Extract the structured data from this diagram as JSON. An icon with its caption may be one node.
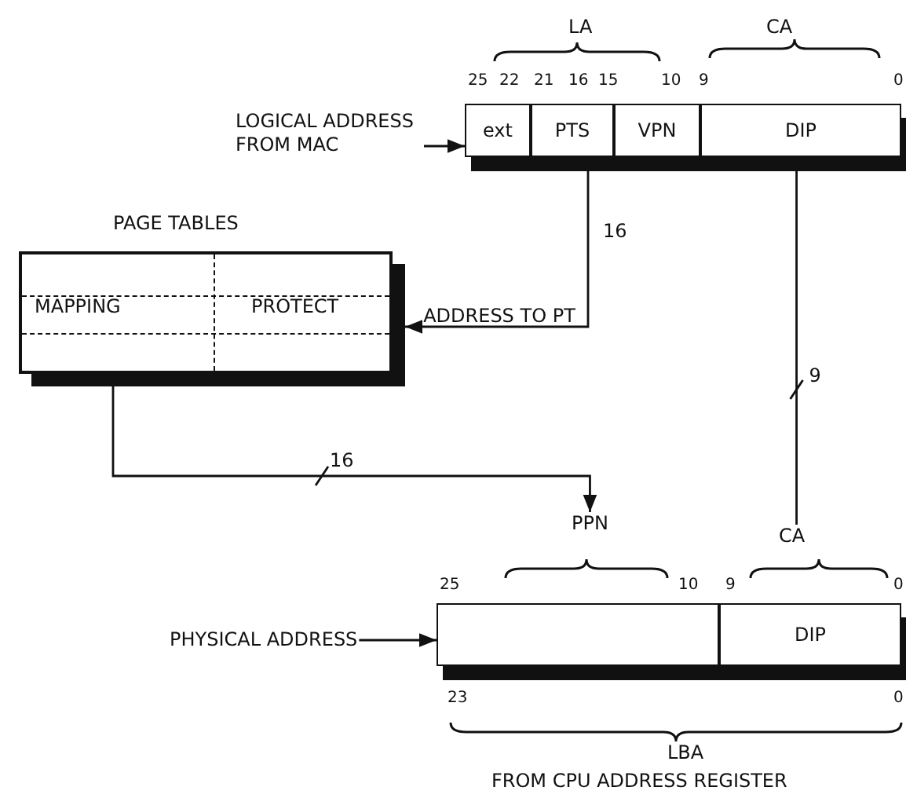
{
  "diagram": {
    "nodes": [
      {
        "text": [
          "LOGICAL ADDRESS FROM MAC"
        ]
      },
      {
        "text": [],
        "shape": "bar"
      },
      {
        "text": [
          "ext"
        ],
        "in": 1
      },
      {
        "text": [
          "PTS"
        ],
        "in": 1
      },
      {
        "text": [
          "VPN"
        ],
        "in": 1
      },
      {
        "text": [
          "DIP"
        ],
        "in": 1
      },
      {
        "text": [
          "PAGE TABLES"
        ]
      },
      {
        "text": [
          "MAPPING"
        ],
        "in": 6
      },
      {
        "text": [
          "PROTECT"
        ],
        "in": 6
      },
      {
        "text": [
          "PPN"
        ]
      },
      {
        "text": [
          "CA"
        ]
      },
      {
        "text": [
          "PHYSICAL ADDRESS"
        ]
      },
      {
        "text": [],
        "shape": "bar"
      },
      {
        "text": [],
        "shape": "box",
        "in": 12
      },
      {
        "text": [
          "DIP"
        ],
        "in": 12
      }
    ],
    "edges": [
      {
        "from": 0,
        "to": 1,
        "arrow": "to"
      },
      {
        "from": 3,
        "to": 6,
        "arrow": "to",
        "label": "ADDRESS TO PT"
      },
      {
        "from": 5,
        "to": 10,
        "arrow": "none",
        "label": "9"
      },
      {
        "from": 6,
        "to": 9,
        "arrow": "to",
        "label": "16"
      },
      {
        "from": 11,
        "to": 12,
        "arrow": "to"
      }
    ],
    "labels": [
      "LA",
      "CA",
      "25",
      "22",
      "21",
      "16",
      "15",
      "10",
      "9",
      "0",
      "16",
      "25",
      "10",
      "9",
      "0",
      "23",
      "0",
      "LBA",
      "FROM CPU ADDRESS REGISTER"
    ]
  }
}
